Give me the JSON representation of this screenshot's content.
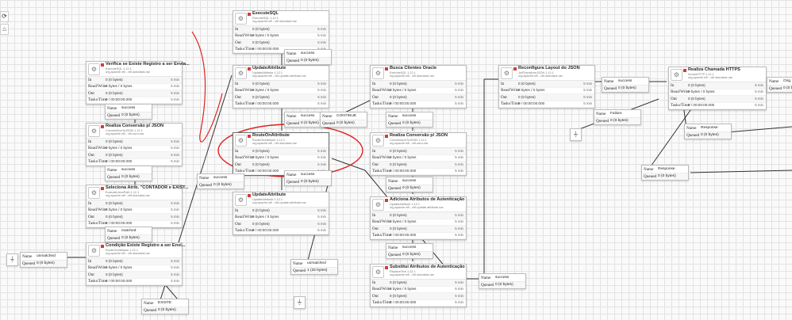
{
  "toolbar": {
    "zoom_icon": "refresh-icon",
    "fit_icon": "fit-icon"
  },
  "row_labels": {
    "in": "In",
    "rw": "Read/Write",
    "out": "Out",
    "tasks": "Tasks/Time"
  },
  "conn_labels": {
    "name": "Name",
    "queued": "Queued"
  },
  "processors": [
    {
      "id": "p1",
      "name": "Verifica se Existe Registro a ser Envia...",
      "type": "ExecuteSQL 1.12.1",
      "bundle": "org.apache.nifi - nifi-standard-nar",
      "in": "0 (0 bytes)",
      "rw": "0 bytes / 0 bytes",
      "out": "0 (0 bytes)",
      "tasks": "0 / 00:00:00.000",
      "time": "5 min"
    },
    {
      "id": "p2",
      "name": "Realiza Conversão p/ JSON",
      "type": "ConvertAvroToJSON 1.12.1",
      "bundle": "org.apache.nifi - nifi-avro-nar",
      "in": "0 (0 bytes)",
      "rw": "0 bytes / 0 bytes",
      "out": "0 (0 bytes)",
      "tasks": "0 / 00:00:00.000",
      "time": "5 min"
    },
    {
      "id": "p3",
      "name": "Seleciona Atrib. \"CONTADOR e EXIST...",
      "type": "EvaluateJsonPath 1.12.1",
      "bundle": "org.apache.nifi - nifi-standard-nar",
      "in": "0 (0 bytes)",
      "rw": "0 bytes / 0 bytes",
      "out": "0 (0 bytes)",
      "tasks": "0 / 00:00:00.000",
      "time": "5 min"
    },
    {
      "id": "p4",
      "name": "Condição Existe Registro a ser Envi...",
      "type": "RouteOnAttribute 1.12.1",
      "bundle": "org.apache.nifi - nifi-standard-nar",
      "in": "0 (0 bytes)",
      "rw": "0 bytes / 0 bytes",
      "out": "0 (0 bytes)",
      "tasks": "0 / 00:00:00.000",
      "time": "5 min"
    },
    {
      "id": "p5",
      "name": "ExecuteSQL",
      "type": "ExecuteSQL 1.12.1",
      "bundle": "org.apache.nifi - nifi-standard-nar",
      "in": "0 (0 bytes)",
      "rw": "0 bytes / 0 bytes",
      "out": "0 (0 bytes)",
      "tasks": "0 / 00:00:00.000",
      "time": "5 min"
    },
    {
      "id": "p6",
      "name": "UpdateAttribute",
      "type": "UpdateAttribute 1.12.1",
      "bundle": "org.apache.nifi - nifi-update-attribute-nar",
      "in": "0 (0 bytes)",
      "rw": "0 bytes / 0 bytes",
      "out": "0 (0 bytes)",
      "tasks": "0 / 00:00:00.000",
      "time": "5 min"
    },
    {
      "id": "p7",
      "name": "RouteOnAttribute",
      "type": "RouteOnAttribute 1.12.1",
      "bundle": "org.apache.nifi - nifi-standard-nar",
      "in": "0 (0 bytes)",
      "rw": "0 bytes / 0 bytes",
      "out": "0 (0 bytes)",
      "tasks": "0 / 00:00:00.000",
      "time": "5 min"
    },
    {
      "id": "p8",
      "name": "UpdateAttribute",
      "type": "UpdateAttribute 1.12.1",
      "bundle": "org.apache.nifi - nifi-update-attribute-nar",
      "in": "0 (0 bytes)",
      "rw": "0 bytes / 0 bytes",
      "out": "0 (0 bytes)",
      "tasks": "0 / 00:00:00.000",
      "time": "5 min"
    },
    {
      "id": "p9",
      "name": "Busca Clientes Oracle",
      "type": "ExecuteSQL 1.12.1",
      "bundle": "org.apache.nifi - nifi-standard-nar",
      "in": "0 (0 bytes)",
      "rw": "0 bytes / 0 bytes",
      "out": "0 (0 bytes)",
      "tasks": "0 / 00:00:00.000",
      "time": "5 min"
    },
    {
      "id": "p10",
      "name": "Realiza Conversão p/ JSON",
      "type": "ConvertAvroToJSON 1.12.1",
      "bundle": "org.apache.nifi - nifi-avro-nar",
      "in": "0 (0 bytes)",
      "rw": "0 bytes / 0 bytes",
      "out": "0 (0 bytes)",
      "tasks": "0 / 00:00:00.000",
      "time": "5 min"
    },
    {
      "id": "p11",
      "name": "Adiciona Atributos de Autenticação",
      "type": "UpdateAttribute 1.12.1",
      "bundle": "org.apache.nifi - nifi-update-attribute-nar",
      "in": "0 (0 bytes)",
      "rw": "0 bytes / 0 bytes",
      "out": "0 (0 bytes)",
      "tasks": "0 / 00:00:00.000",
      "time": "5 min"
    },
    {
      "id": "p12",
      "name": "Substitui Atributos de Autenticação",
      "type": "ReplaceText 1.12.1",
      "bundle": "org.apache.nifi - nifi-standard-nar",
      "in": "0 (0 bytes)",
      "rw": "0 bytes / 0 bytes",
      "out": "0 (0 bytes)",
      "tasks": "0 / 00:00:00.000",
      "time": "5 min"
    },
    {
      "id": "p13",
      "name": "Reconfigura Layout do JSON",
      "type": "JoltTransformJSON 1.12.1",
      "bundle": "org.apache.nifi - nifi-standard-nar",
      "in": "0 (0 bytes)",
      "rw": "0 bytes / 0 bytes",
      "out": "0 (0 bytes)",
      "tasks": "0 / 00:00:00.000",
      "time": "5 min"
    },
    {
      "id": "p14",
      "name": "Realiza Chamada HTTPS",
      "type": "InvokeHTTP 1.12.1",
      "bundle": "org.apache.nifi - nifi-standard-nar",
      "in": "0 (0 bytes)",
      "rw": "0 bytes / 0 bytes",
      "out": "0 (0 bytes)",
      "tasks": "0 / 00:00:00.000",
      "time": "5 min"
    }
  ],
  "connections": [
    {
      "id": "c1",
      "name": "success",
      "queued": "0 (0 bytes)"
    },
    {
      "id": "c2",
      "name": "success",
      "queued": "0 (0 bytes)"
    },
    {
      "id": "c3",
      "name": "matched",
      "queued": "0 (0 bytes)"
    },
    {
      "id": "c4",
      "name": "unmatched",
      "queued": "0 (0 bytes)"
    },
    {
      "id": "c5",
      "name": "EXISTE",
      "queued": "0 (0 bytes)"
    },
    {
      "id": "c6",
      "name": "success",
      "queued": "0 (0 bytes)"
    },
    {
      "id": "c7",
      "name": "success",
      "queued": "0 (0 bytes)"
    },
    {
      "id": "c8",
      "name": "CONTINUE",
      "queued": "0 (0 bytes)"
    },
    {
      "id": "c9",
      "name": "success",
      "queued": "0 (0 bytes)"
    },
    {
      "id": "c10",
      "name": "success",
      "queued": "0 (0 bytes)"
    },
    {
      "id": "c11",
      "name": "unmatched",
      "queued": "1 (32 bytes)"
    },
    {
      "id": "c12",
      "name": "success",
      "queued": "0 (0 bytes)"
    },
    {
      "id": "c13",
      "name": "success",
      "queued": "0 (0 bytes)"
    },
    {
      "id": "c14",
      "name": "success",
      "queued": "0 (0 bytes)"
    },
    {
      "id": "c15",
      "name": "success",
      "queued": "0 (0 bytes)"
    },
    {
      "id": "c16",
      "name": "success",
      "queued": "0 (0 bytes)"
    },
    {
      "id": "c17",
      "name": "Failure",
      "queued": "0 (0 bytes)"
    },
    {
      "id": "c18",
      "name": "Response",
      "queued": "0 (0 bytes)"
    },
    {
      "id": "c19",
      "name": "Response",
      "queued": "0 (0 bytes)"
    },
    {
      "id": "c20",
      "name": "Orig",
      "queued": "0 (0 b"
    }
  ],
  "colors": {
    "stopped": "#d53a3a",
    "annotation": "#e02020",
    "grid": "#e3e3e3"
  }
}
